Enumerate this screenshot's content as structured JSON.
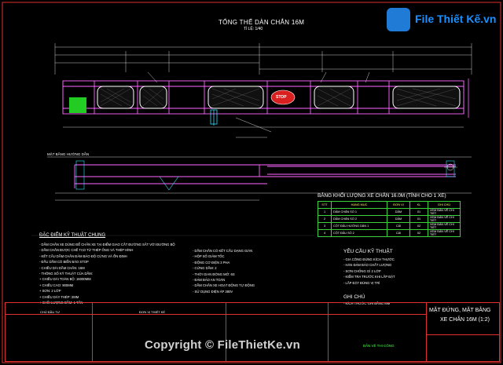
{
  "drawing": {
    "main_title": "TỔNG THỂ DÀN CHẮN 16M",
    "main_scale": "Tỉ LỆ: 1/40",
    "plan_title": "MẶT BẰNG HƯỚNG DẪN",
    "stop_label": "STOP"
  },
  "table": {
    "title": "BẢNG KHỐI LƯỢNG XE CHẮN 16.0M (TÍNH CHO 1 XE)",
    "headers": [
      "STT",
      "HẠNG MỤC",
      "ĐƠN VỊ",
      "KL",
      "GHI CHÚ"
    ],
    "rows": [
      [
        "1",
        "DẦM CHẮN SỐ 1",
        "DẦM",
        "01",
        "XEM BẢN VẼ CHI TIẾT"
      ],
      [
        "2",
        "DẦM CHẮN SỐ 2",
        "DẦM",
        "01",
        "XEM BẢN VẼ CHI TIẾT"
      ],
      [
        "3",
        "CỘT ĐẦU HƯỚNG DÂN 1",
        "CÁI",
        "02",
        "XEM BẢN VẼ CHI TIẾT"
      ],
      [
        "4",
        "CỘT ĐẦU SỐ 2",
        "CÁI",
        "02",
        "XEM BẢN VẼ CHI TIẾT"
      ]
    ]
  },
  "notes": {
    "title": "ĐẶC ĐIỂM KỸ THUẬT CHUNG",
    "lines": [
      "- DẦM CHẮN XE DÙNG ĐỂ CHẮN XE TẠI ĐIỂM GIAO CẮT ĐƯỜNG SẮT VỚI ĐƯỜNG BỘ",
      "- DẦM CHẮN ĐƯỢC CHẾ TẠO TỪ THÉP ỐNG VÀ THÉP HÌNH",
      "- KẾT CẤU DẦM CHẮN ĐẢM BẢO ĐỘ CỨNG VÀ ỔN ĐỊNH",
      "- ĐẦU DẦM CÓ BIỂN BÁO STOP",
      "- CHIỀU DÀI DẦM CHẮN: 16M",
      "- THÔNG SỐ KỸ THUẬT CỦA DẦM:",
      "  + CHIỀU DÀI TOÀN BỘ: 16000MM",
      "  + CHIỀU CAO: 900MM",
      "  + SƠN: 2 LỚP",
      "  + CHIỀU DÀY THÉP: 2MM",
      "  + KHỐI LƯỢNG DẦM: 1 TẤN"
    ],
    "right_lines": [
      "- DẦM CHẮN CÓ KẾT CẤU DẠNG GIÀN",
      "- HỘP SỐ GIẢM TỐC",
      "- ĐỘNG CƠ ĐIỆN 3 PHA",
      "- CỨNG DẦM: 2",
      "- THỜI GIAN ĐÓNG MỞ: 6S",
      "- ĐẢM BẢO AN TOÀN",
      "- DẦM CHẮN XE HOẠT ĐỘNG TỰ ĐỘNG",
      "- SỬ DỤNG ĐIỆN ÁP 380V"
    ]
  },
  "requirements": {
    "title": "YÊU CẦU KỸ THUẬT",
    "lines": [
      "- GIA CÔNG ĐÚNG KÍCH THƯỚC",
      "- HÀN ĐẢM BẢO CHẤT LƯỢNG",
      "- SƠN CHỐNG GỈ 2 LỚP",
      "- KIỂM TRA TRƯỚC KHI LẮP ĐẶT",
      "- LẮP ĐẶT ĐÚNG VỊ TRÍ"
    ],
    "note_title": "GHI CHÚ",
    "note_text": "- KÍCH THƯỚC GHI BẰNG MM"
  },
  "titleblock": {
    "drawing_name_1": "MẶT ĐỨNG, MẶT BẰNG",
    "drawing_name_2": "XE CHẮN 16M (1:2)",
    "left_label": "CHỦ ĐẦU TƯ",
    "unit_label": "ĐƠN VỊ THIẾT KẾ",
    "sheet_label": "BẢN VẼ THI CÔNG"
  },
  "watermark": {
    "logo": "File Thiết Kế.vn",
    "copyright": "Copyright © FileThietKe.vn"
  },
  "colors": {
    "frame": "#e03030",
    "steel": "#ff66ff",
    "dim": "#ffffff",
    "table_border": "#3cd13c"
  }
}
